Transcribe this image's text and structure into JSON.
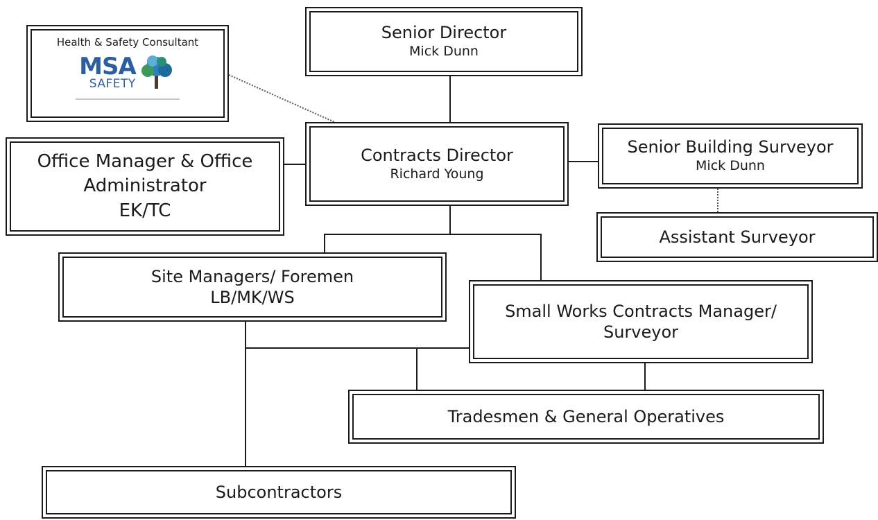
{
  "consultant": {
    "label": "Health & Safety Consultant",
    "logo_main": "MSA",
    "logo_sub": "SAFETY",
    "logo_icon": "tree-icon",
    "logo_color": "#2d5e9e"
  },
  "roles": {
    "senior_director": {
      "title": "Senior Director",
      "name": "Mick Dunn"
    },
    "contracts_director": {
      "title": "Contracts Director",
      "name": "Richard Young"
    },
    "office_manager": {
      "title_line1": "Office Manager & Office",
      "title_line2": "Administrator",
      "name": "EK/TC"
    },
    "senior_building_surveyor": {
      "title": "Senior Building Surveyor",
      "name": "Mick Dunn"
    },
    "assistant_surveyor": {
      "title": "Assistant Surveyor"
    },
    "site_managers": {
      "title": "Site Managers/ Foremen",
      "name": "LB/MK/WS"
    },
    "small_works": {
      "title_line1": "Small Works Contracts Manager/",
      "title_line2": "Surveyor"
    },
    "tradesmen": {
      "title": "Tradesmen & General Operatives"
    },
    "subcontractors": {
      "title": "Subcontractors"
    }
  },
  "colors": {
    "line": "#1a1a1a",
    "dotted": "#555555"
  }
}
